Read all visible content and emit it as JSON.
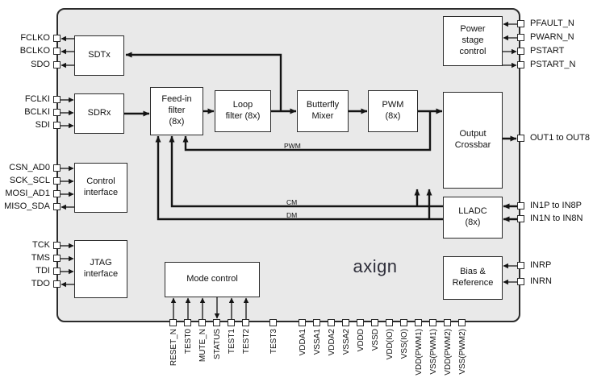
{
  "logo_text": "axign",
  "blocks": {
    "sdtx": "SDTx",
    "sdrx": "SDRx",
    "feedin_filter": "Feed-in\nfilter\n(8x)",
    "loop_filter": "Loop\nfilter (8x)",
    "butterfly_mixer": "Butterfly\nMixer",
    "pwm": "PWM\n(8x)",
    "output_crossbar": "Output\nCrossbar",
    "power_stage_control": "Power\nstage\ncontrol",
    "lladc": "LLADC\n(8x)",
    "bias_reference": "Bias &\nReference",
    "control_interface": "Control\ninterface",
    "jtag_interface": "JTAG\ninterface",
    "mode_control": "Mode control"
  },
  "wire_labels": {
    "pwm": "PWM",
    "cm": "CM",
    "dm": "DM"
  },
  "pins": {
    "left": [
      "FCLKO",
      "BCLKO",
      "SDO",
      "FCLKI",
      "BCLKI",
      "SDI",
      "CSN_AD0",
      "SCK_SCL",
      "MOSI_AD1",
      "MISO_SDA",
      "TCK",
      "TMS",
      "TDI",
      "TDO"
    ],
    "right": [
      "PFAULT_N",
      "PWARN_N",
      "PSTART",
      "PSTART_N",
      "OUT1 to OUT8",
      "IN1P to IN8P",
      "IN1N to IN8N",
      "INRP",
      "INRN"
    ],
    "bottom": [
      "RESET_N",
      "TEST0",
      "MUTE_N",
      "STATUS",
      "TEST1",
      "TEST2",
      "TEST3",
      "VDDA1",
      "VSSA1",
      "VDDA2",
      "VSSA2",
      "VDDD",
      "VSSD",
      "VDD(IO)",
      "VSS(IO)",
      "VDD(PWM1)",
      "VSS(PWM1)",
      "VDD(PWM2)",
      "VSS(PWM2)"
    ]
  },
  "colors": {
    "chip_fill": "#e9e9e9",
    "block_fill": "#ffffff",
    "line": "#141414",
    "border": "#2b2b2b"
  }
}
